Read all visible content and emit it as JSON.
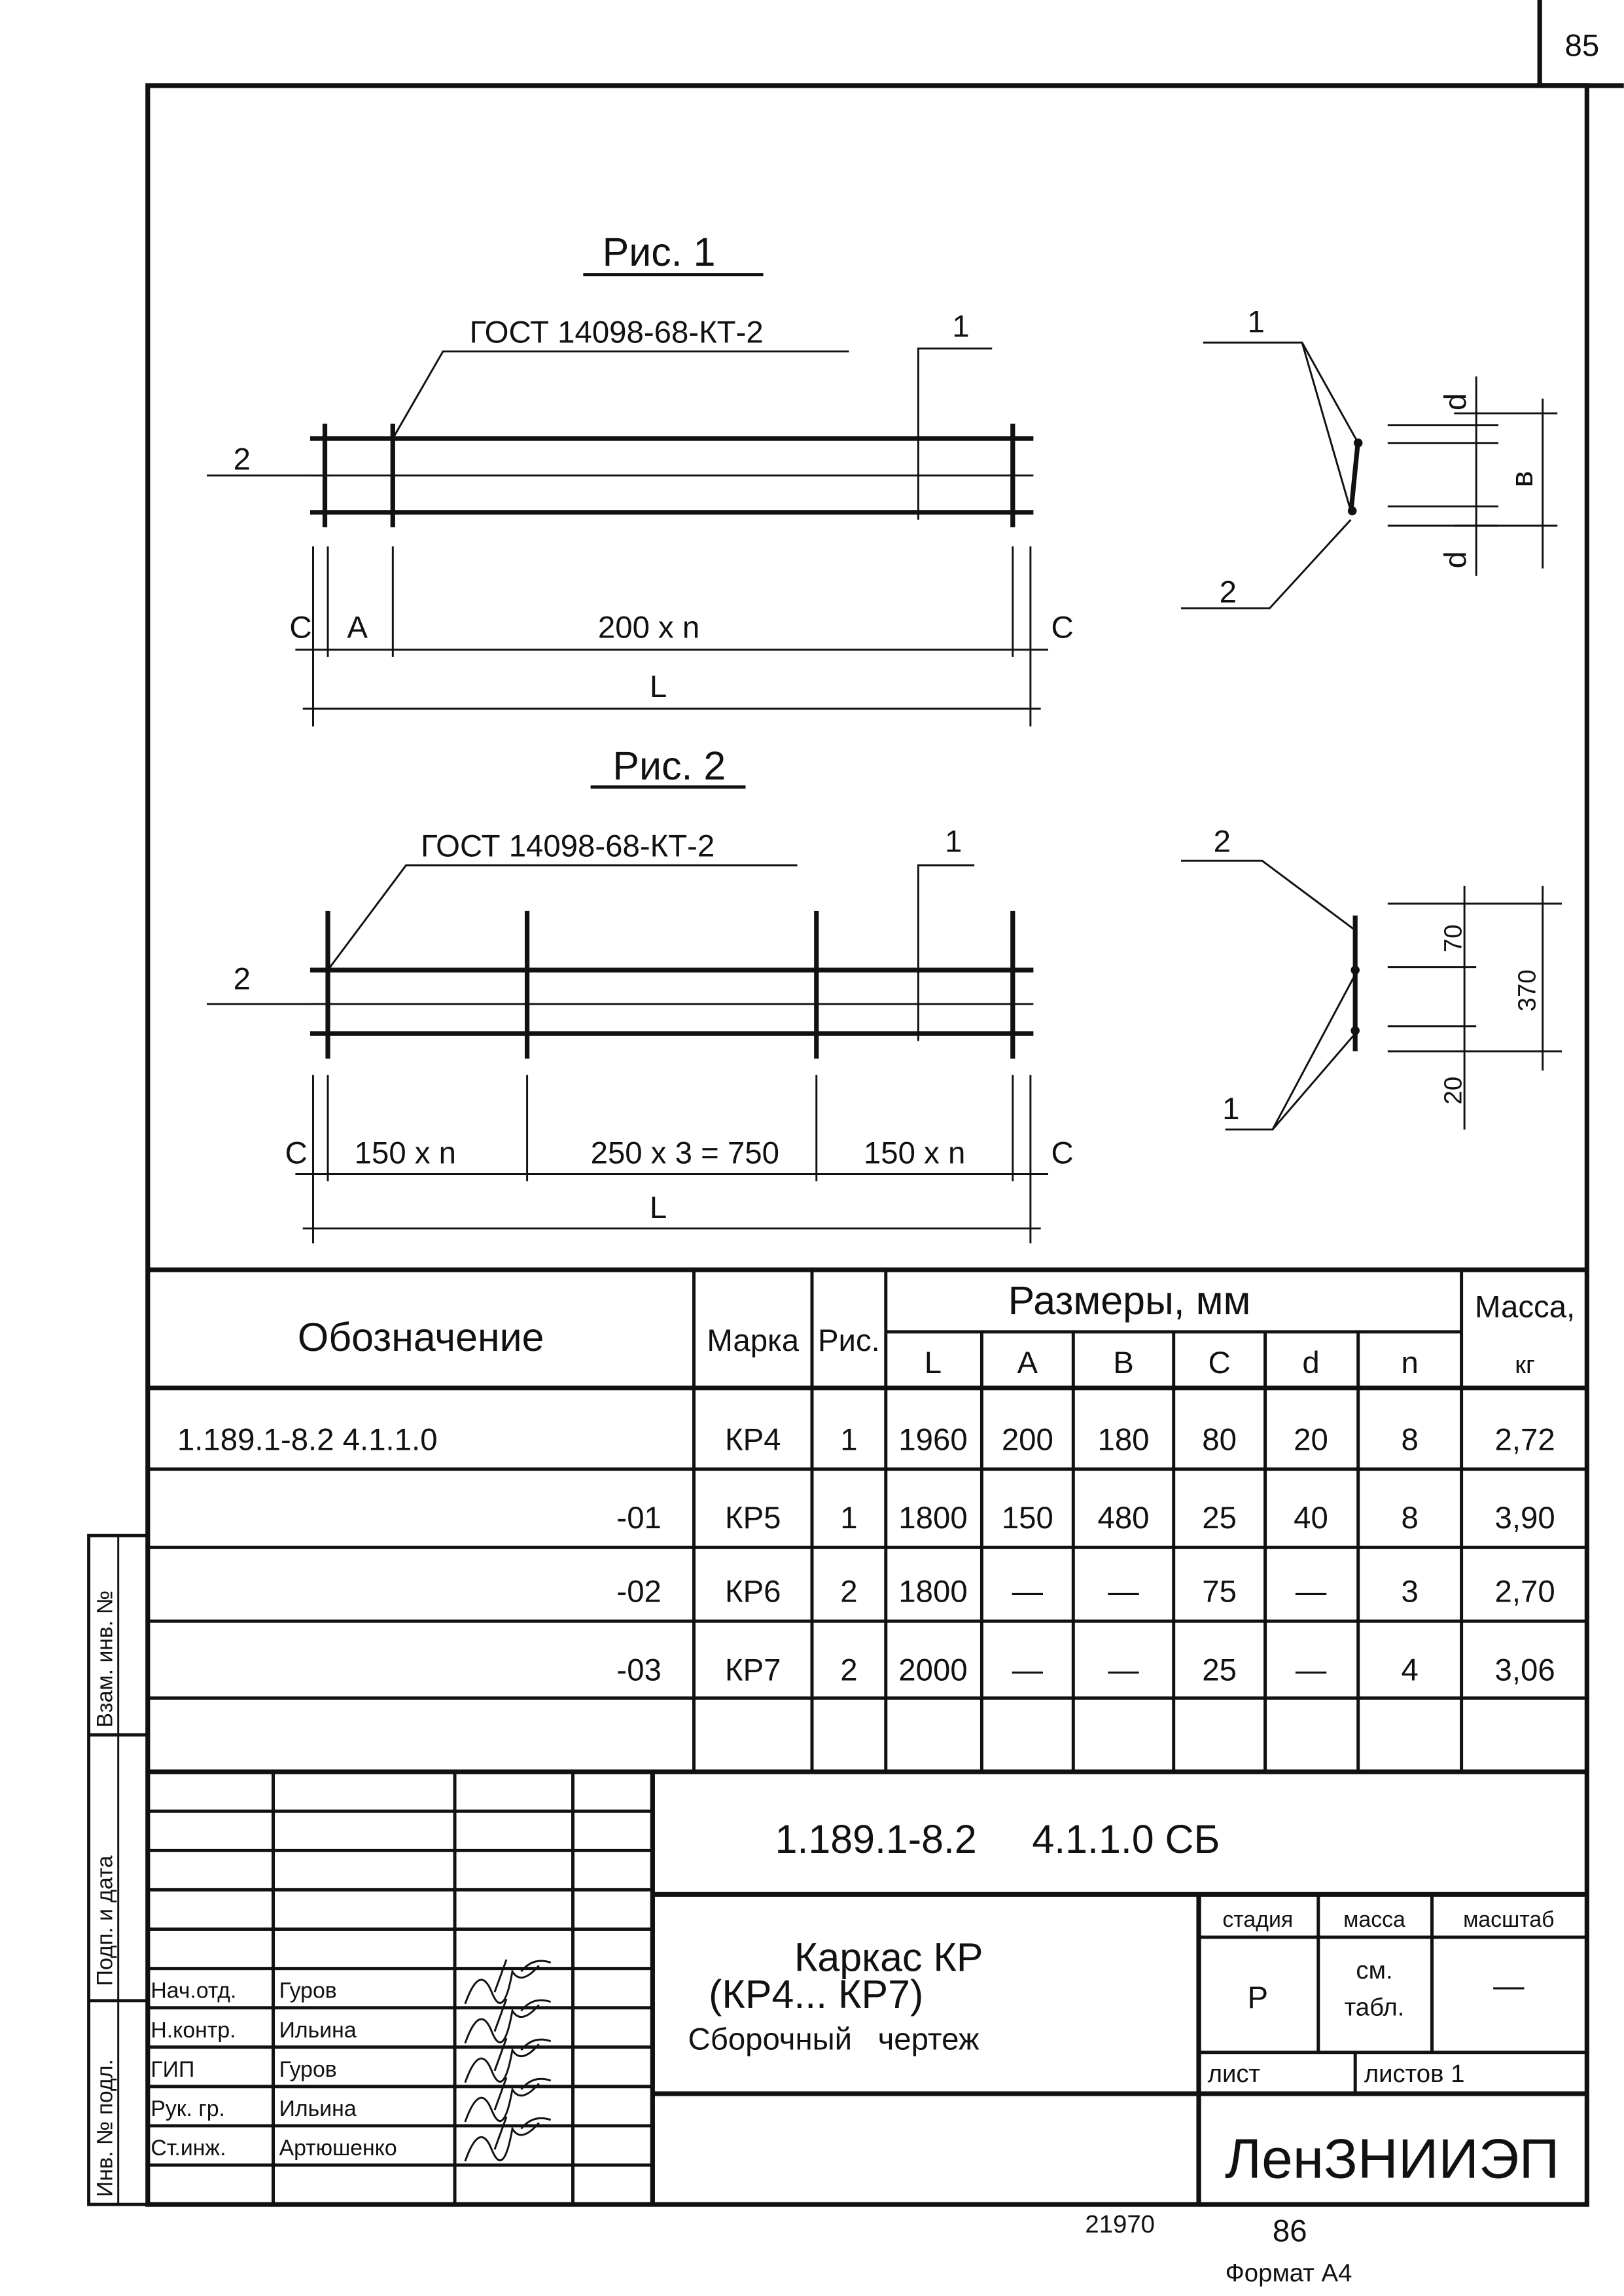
{
  "sheet_number": "85",
  "fig1": {
    "title": "Рис. 1",
    "gost": "ГОСТ 14098-68-КТ-2",
    "label_1": "1",
    "label_2": "2",
    "dim_c_left": "C",
    "dim_a": "A",
    "dim_span": "200 x n",
    "dim_c_right": "C",
    "dim_l": "L",
    "section_label_1": "1",
    "section_label_2": "2",
    "section_d_top": "d",
    "section_b": "в",
    "section_d_bottom": "d"
  },
  "fig2": {
    "title": "Рис. 2",
    "gost": "ГОСТ 14098-68-КТ-2",
    "label_1": "1",
    "label_2": "2",
    "dim_c_left": "C",
    "dim_left": "150 x n",
    "dim_mid": "250 x 3 = 750",
    "dim_right": "150 x n",
    "dim_c_right": "C",
    "dim_l": "L",
    "section_label_1": "1",
    "section_label_2": "2",
    "section_70": "70",
    "section_370": "370",
    "section_20": "20"
  },
  "table": {
    "header": {
      "designation": "Обозначение",
      "mark": "Марка",
      "fig": "Рис.",
      "dimensions": "Размеры, мм",
      "L": "L",
      "A": "A",
      "B": "B",
      "C": "C",
      "d": "d",
      "n": "n",
      "mass": "Масса,",
      "mass_unit": "кг"
    },
    "rows": [
      {
        "designation": "1.189.1-8.2   4.1.1.0",
        "mark": "КР4",
        "fig": "1",
        "L": "1960",
        "A": "200",
        "B": "180",
        "C": "80",
        "d": "20",
        "n": "8",
        "mass": "2,72"
      },
      {
        "designation": "-01",
        "mark": "КР5",
        "fig": "1",
        "L": "1800",
        "A": "150",
        "B": "480",
        "C": "25",
        "d": "40",
        "n": "8",
        "mass": "3,90"
      },
      {
        "designation": "-02",
        "mark": "КР6",
        "fig": "2",
        "L": "1800",
        "A": "—",
        "B": "—",
        "C": "75",
        "d": "—",
        "n": "3",
        "mass": "2,70"
      },
      {
        "designation": "-03",
        "mark": "КР7",
        "fig": "2",
        "L": "2000",
        "A": "—",
        "B": "—",
        "C": "25",
        "d": "—",
        "n": "4",
        "mass": "3,06"
      }
    ]
  },
  "title_block": {
    "doc_number": "1.189.1-8.2     4.1.1.0 СБ",
    "name_line1": "Каркас КР",
    "name_line2": "(КР4... КР7)",
    "name_line3": "Сборочный   чертеж",
    "stage_label": "стадия",
    "mass_label": "масса",
    "scale_label": "масштаб",
    "stage_value": "Р",
    "mass_value_1": "см.",
    "mass_value_2": "табл.",
    "scale_value": "—",
    "sheet_label": "лист",
    "sheets_label": "листов 1",
    "organization": "ЛенЗНИИЭП",
    "staff": [
      {
        "role": "Нач.отд.",
        "name": "Гуров"
      },
      {
        "role": "Н.контр.",
        "name": "Ильина"
      },
      {
        "role": "ГИП",
        "name": "Гуров"
      },
      {
        "role": "Рук. гр.",
        "name": "Ильина"
      },
      {
        "role": "Ст.инж.",
        "name": "Артюшенко"
      }
    ]
  },
  "side_stamps": [
    "Взам. инв. №",
    "Подп. и дата",
    "Инв. № подл."
  ],
  "footer": {
    "inventory": "21970",
    "page": "86",
    "format": "Формат А4"
  }
}
